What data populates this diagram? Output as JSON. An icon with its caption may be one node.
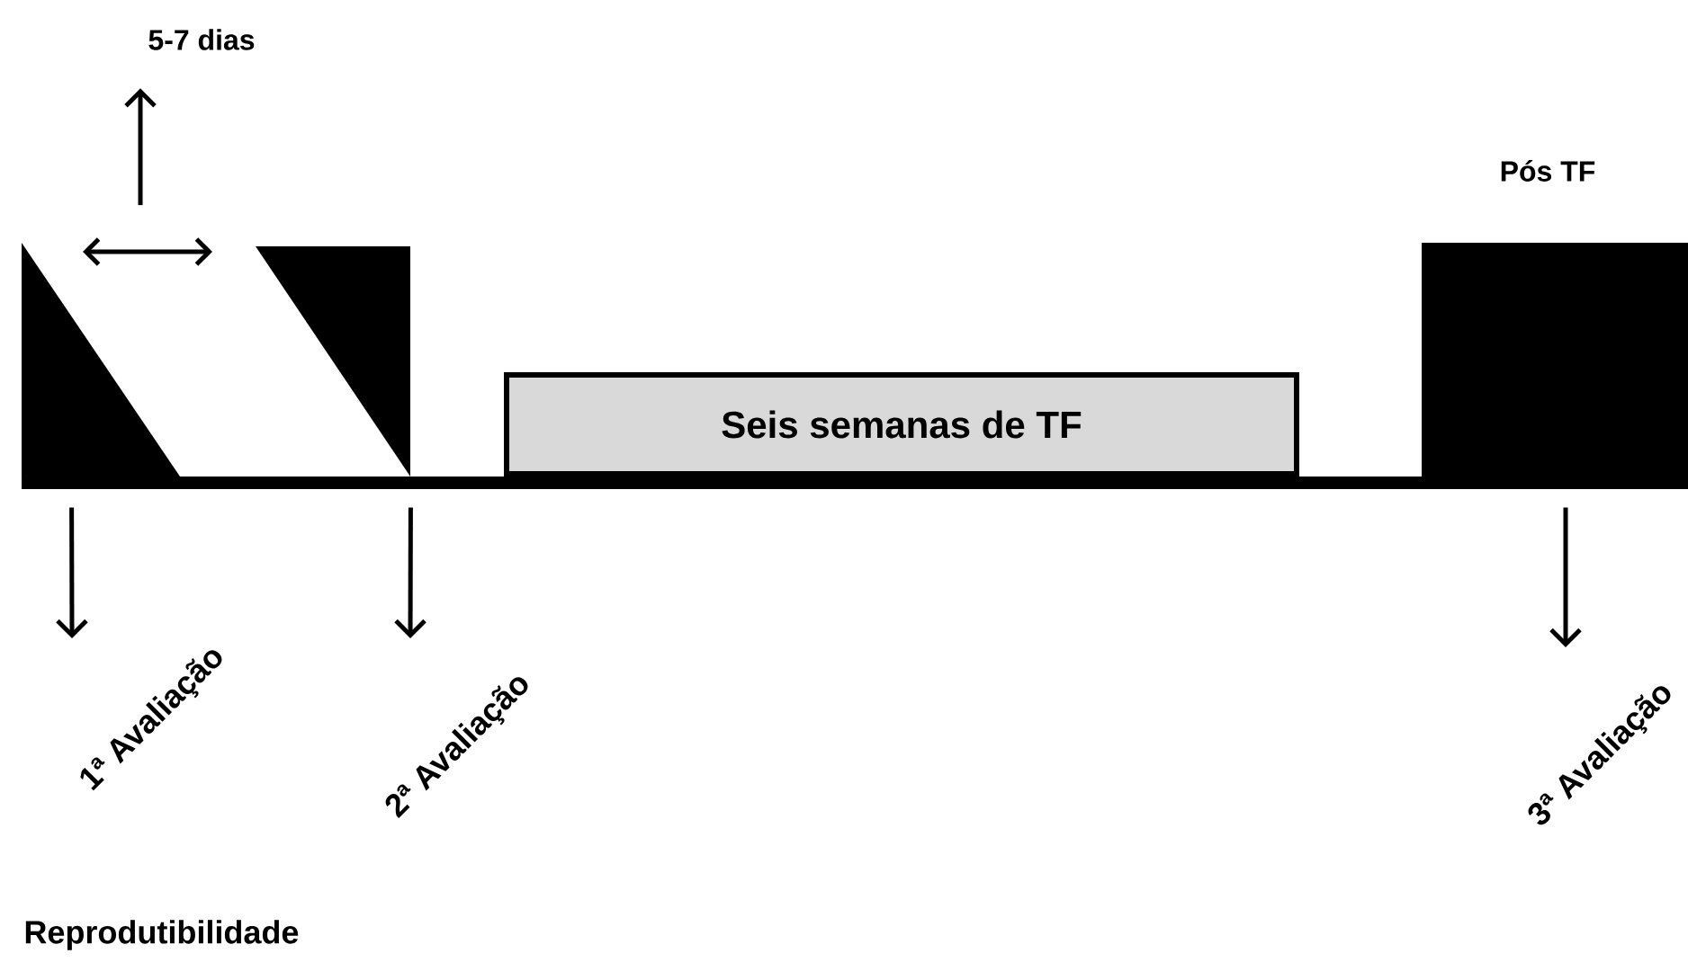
{
  "diagram": {
    "nodes": [
      {
        "text": [],
        "shape": "triangle"
      },
      {
        "text": [],
        "shape": "triangle"
      },
      {
        "text": [
          "Seis semanas de TF"
        ]
      },
      {
        "text": [
          "Pós TF"
        ]
      },
      {
        "text": [
          "5-7 dias"
        ]
      },
      {
        "text": [
          "1ª Avaliação"
        ]
      },
      {
        "text": [
          "2ª Avaliação"
        ]
      },
      {
        "text": [
          "3ª Avaliação"
        ]
      }
    ],
    "edges": [
      {
        "from": 0,
        "to": 5,
        "arrow": "to"
      },
      {
        "from": 1,
        "to": 6,
        "arrow": "to"
      },
      {
        "from": 3,
        "to": 7,
        "arrow": "to"
      },
      {
        "from": null,
        "to": 4,
        "arrow": "to"
      }
    ],
    "labels": [
      "Reprodutibilidade"
    ]
  }
}
